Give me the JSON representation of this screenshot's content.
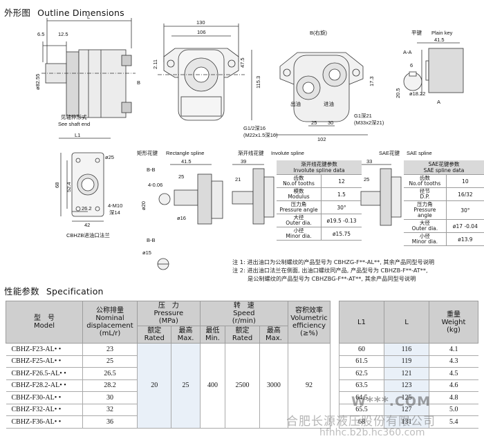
{
  "outline": {
    "title_cn": "外形图",
    "title_en": "Outline Dimensions"
  },
  "drawings": {
    "side_dims": [
      "L",
      "6.5",
      "12.5",
      "B",
      "ø82.55",
      "见轴伸形式",
      "See shaft end"
    ],
    "front_dims": [
      "130",
      "106",
      "2.11",
      "47.5",
      "115.3",
      "B(右旋)",
      "G1/2深16",
      "(M22x1.5深16)"
    ],
    "rear_dims": [
      "出油",
      "进油",
      "G1深21",
      "(M33x2深21)",
      "17.3",
      "25",
      "30",
      "102"
    ],
    "key": {
      "title_cn": "平键",
      "title_en": "Plain key",
      "dims": [
        "A-A",
        "41.5",
        "6",
        "20.5",
        "ø18.22",
        "A"
      ]
    },
    "flange": {
      "caption": "CBHZB进油口法兰",
      "dims": [
        "L1",
        "ø25",
        "68",
        "52.4",
        "26.2",
        "42",
        "4-M10",
        "深14"
      ]
    },
    "rect_spline": {
      "title_cn": "矩形花键",
      "title_en": "Rectangle spline",
      "dims": [
        "B-B",
        "41.5",
        "25",
        "ø20",
        "ø16",
        "4-0.06"
      ]
    },
    "rect_spline2": {
      "dims": [
        "B-B",
        "ø15"
      ]
    },
    "involute": {
      "title_cn": "渐开线花键",
      "title_en": "Involute spline",
      "dims": [
        "39",
        "21"
      ],
      "table_title_cn": "渐开线花键参数",
      "table_title_en": "Involute spline data",
      "rows": [
        {
          "k_cn": "齿数",
          "k_en": "No.of tooths",
          "v": "12"
        },
        {
          "k_cn": "模数",
          "k_en": "Modulus",
          "v": "1.5"
        },
        {
          "k_cn": "压力角",
          "k_en": "Pressure angle",
          "v": "30°"
        },
        {
          "k_cn": "大径",
          "k_en": "Outer dia.",
          "v": "ø19.5 -0.13"
        },
        {
          "k_cn": "小径",
          "k_en": "Minor dia.",
          "v": "ø15.75"
        }
      ]
    },
    "sae": {
      "title_cn": "SAE花键",
      "title_en": "SAE spline",
      "dims": [
        "33",
        "25"
      ],
      "table_title_cn": "SAE花键参数",
      "table_title_en": "SAE spline data",
      "rows": [
        {
          "k_cn": "齿数",
          "k_en": "No.of tooths",
          "v": "10"
        },
        {
          "k_cn": "径节",
          "k_en": "D.P.",
          "v": "16/32"
        },
        {
          "k_cn": "压力角",
          "k_en": "Pressure angle",
          "v": "30°"
        },
        {
          "k_cn": "大径",
          "k_en": "Outer dia.",
          "v": "ø17 -0.04"
        },
        {
          "k_cn": "小径",
          "k_en": "Minor dia.",
          "v": "ø13.9"
        }
      ]
    }
  },
  "notes": [
    "注 1: 进出油口为公制螺纹的产品型号为 CBHZG-F**-AL**, 其余产品同型号说明",
    "注 2: 进出油口法兰在侧面, 出油口螺纹同产品, 产品型号为 CBHZB-F**-AT**,",
    "是公制螺纹的产品型号为 CBHZBG-F**-AT**, 其余产品同型号说明"
  ],
  "spec": {
    "title_cn": "性能参数",
    "title_en": "Specification",
    "headers": {
      "model_cn": "型　号",
      "model_en": "Model",
      "disp_cn": "公称排量",
      "disp_en1": "Nominal",
      "disp_en2": "displacement",
      "disp_unit": "(mL/r)",
      "press_cn": "压　力",
      "press_en": "Pressure",
      "press_unit": "(MPa)",
      "speed_cn": "转　速",
      "speed_en": "Speed",
      "speed_unit": "(r/min)",
      "vol_cn": "容积效率",
      "vol_en1": "Volumetric",
      "vol_en2": "efficiency",
      "vol_unit": "(≥%)",
      "l1": "L1",
      "l": "L",
      "weight_cn": "重量",
      "weight_en": "Weight",
      "weight_unit": "(kg)",
      "rated_cn": "额定",
      "rated_en": "Rated",
      "max_cn": "最高",
      "max_en": "Max.",
      "min_cn": "最低",
      "min_en": "Min."
    },
    "merged": {
      "press_rated": "20",
      "press_max": "25",
      "speed_min": "400",
      "speed_rated": "2500",
      "speed_max": "3000",
      "vol_eff": "92"
    },
    "rows": [
      {
        "model": "CBHZ-F23-AL• •",
        "disp": "23",
        "l1": "60",
        "l": "116",
        "weight": "4.1"
      },
      {
        "model": "CBHZ-F25-AL• •",
        "disp": "25",
        "l1": "61.5",
        "l": "119",
        "weight": "4.3"
      },
      {
        "model": "CBHZ-F26.5-AL• •",
        "disp": "26.5",
        "l1": "62.5",
        "l": "121",
        "weight": "4.5"
      },
      {
        "model": "CBHZ-F28.2-AL• •",
        "disp": "28.2",
        "l1": "63.5",
        "l": "123",
        "weight": "4.6"
      },
      {
        "model": "CBHZ-F30-AL• •",
        "disp": "30",
        "l1": "64.5",
        "l": "125",
        "weight": "4.8"
      },
      {
        "model": "CBHZ-F32-AL• •",
        "disp": "32",
        "l1": "65.5",
        "l": "127",
        "weight": "5.0"
      },
      {
        "model": "CBHZ-F36-AL• •",
        "disp": "36",
        "l1": "68",
        "l": "131",
        "weight": "5.4"
      }
    ]
  },
  "watermark": {
    "line1": "W***.COM",
    "line2": "合肥长源液压股份有限公司",
    "line3": "hfhhc.b2b.hc360.com"
  }
}
